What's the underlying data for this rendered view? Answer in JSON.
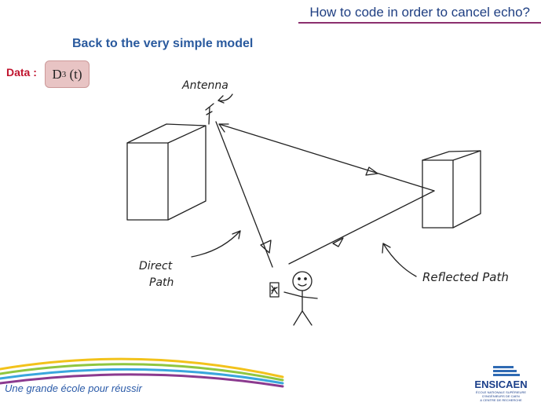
{
  "slide": {
    "title": "How to code in order to cancel echo?",
    "subtitle": "Back to the very simple model",
    "data_label": "Data :",
    "signal": {
      "base": "D",
      "sub": "3",
      "arg": "(t)"
    }
  },
  "diagram": {
    "antenna_label": "Antenna",
    "direct_path_label": [
      "Direct",
      "Path"
    ],
    "reflected_path_label": "Reflected Path"
  },
  "footer": {
    "tagline": "Une grande école pour réussir",
    "logo_text": "ENSICAEN",
    "logo_subtext": [
      "ÉCOLE NATIONALE SUPÉRIEURE D'INGÉNIEURS DE CAEN",
      "& CENTRE DE RECHERCHE"
    ]
  },
  "colors": {
    "title_rule": "#8b2f6e",
    "subtitle": "#2a5a9e",
    "data_label": "#c0142e",
    "data_box": "#e8c4c4"
  }
}
